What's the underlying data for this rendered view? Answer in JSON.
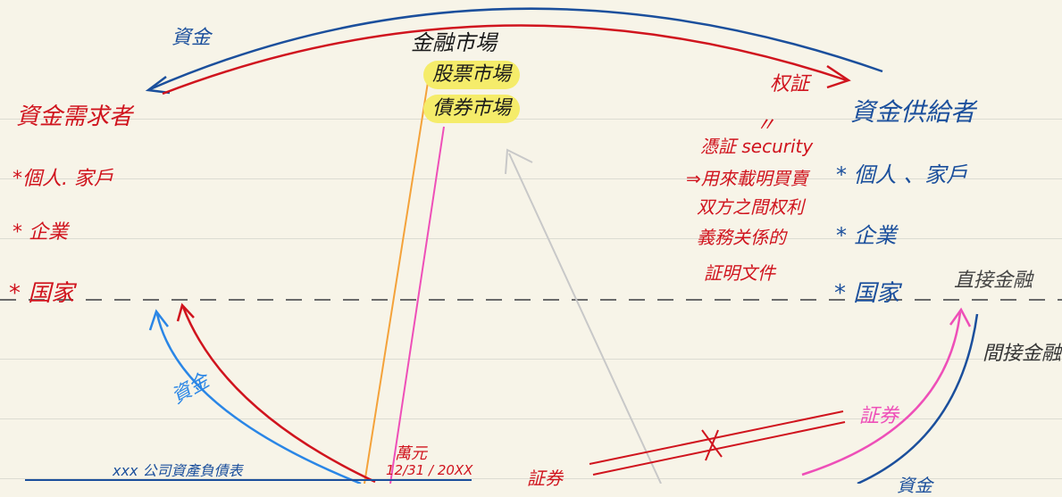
{
  "top_arrow_label": "資金",
  "top_right_label": "权証",
  "market_title": "金融市場",
  "stock_market": "股票市場",
  "bond_market": "債券市場",
  "demander_title": "資金需求者",
  "demanders": [
    "*個人. 家戶",
    "* 企業",
    "* 国家"
  ],
  "supplier_title": "資金供給者",
  "suppliers": [
    "* 個人 、家戶",
    "* 企業",
    "* 国家"
  ],
  "definition": [
    "〃",
    "憑証 security",
    "⇒用來載明買賣",
    "双方之間权利",
    "義務关係的",
    "証明文件"
  ],
  "direct_finance": "直接金融",
  "indirect_finance": "間接金融",
  "lower_left_funds": "資金",
  "balance_sheet": "xxx 公司資產負債表",
  "currency_unit": "萬元",
  "date": "12/31 / 20XX",
  "lower_right_securities": "証券",
  "lower_mid_securities": "証券",
  "bottom_right_partial": "資金",
  "colors": {
    "red_ink": "#d0141e",
    "blue_ink": "#1b4f9c",
    "light_blue_ink": "#2a86e6",
    "pink_ink": "#ee4fb8",
    "orange_ink": "#f4a23a",
    "highlight": "#f5ec6a"
  }
}
